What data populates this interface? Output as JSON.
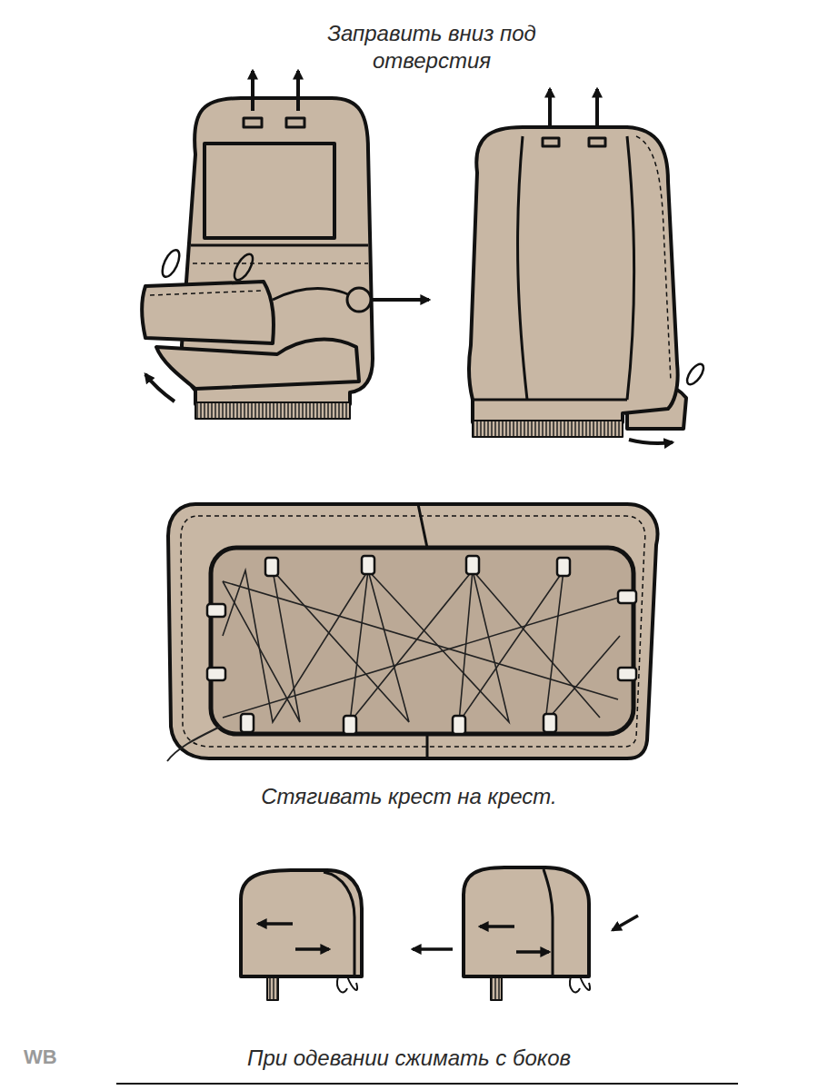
{
  "diagram": {
    "labels": [
      "Заправить вниз под отверстия",
      "Стягивать крест на крест.",
      "При одевании сжимать с боков",
      "WB"
    ]
  }
}
